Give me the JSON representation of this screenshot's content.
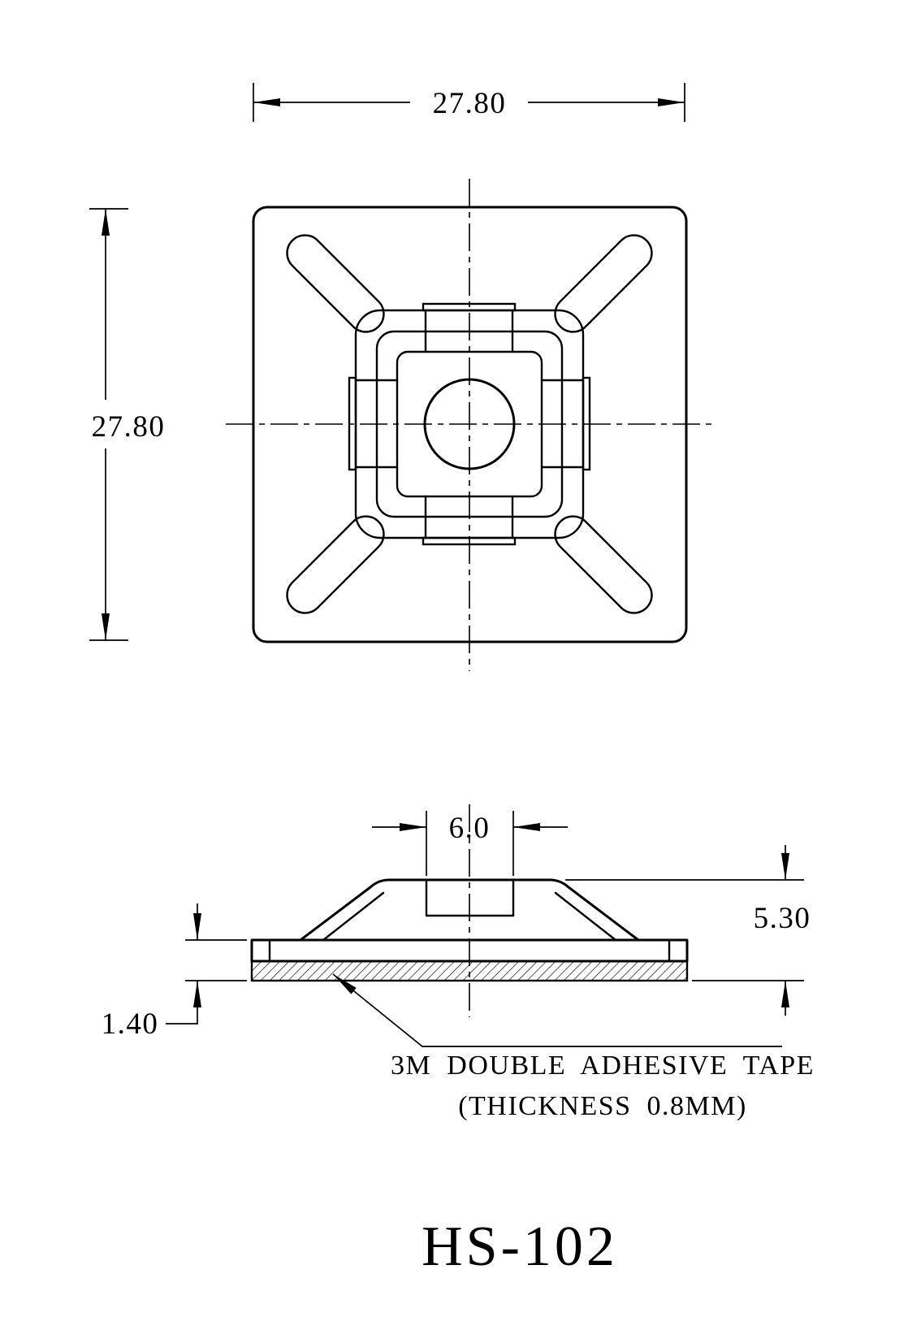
{
  "drawing": {
    "title": "HS-102",
    "views": {
      "top": {
        "dim_width": "27.80",
        "dim_height": "27.80"
      },
      "side": {
        "dim_slot_width": "6.0",
        "dim_height": "5.30",
        "dim_base_thickness": "1.40"
      }
    },
    "callout": {
      "line1": "3M DOUBLE ADHESIVE TAPE",
      "line2": "(THICKNESS 0.8MM)"
    },
    "colors": {
      "line": "#000000",
      "background": "#ffffff"
    }
  }
}
